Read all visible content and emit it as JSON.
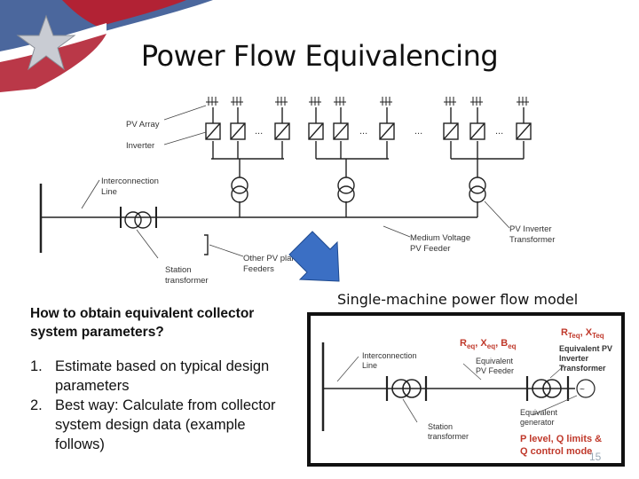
{
  "slide": {
    "title": "Power Flow Equivalencing",
    "page_number": "15"
  },
  "top_diagram": {
    "labels": {
      "pv_array": "PV Array",
      "inverter": "Inverter",
      "interconnection_line_1": "Interconnection",
      "interconnection_line_2": "Line",
      "medium_voltage_1": "Medium Voltage",
      "medium_voltage_2": "PV Feeder",
      "pv_inverter_tx_1": "PV Inverter",
      "pv_inverter_tx_2": "Transformer",
      "other_pv_1": "Other PV plant",
      "other_pv_2": "Feeders",
      "station_tx_1": "Station",
      "station_tx_2": "transformer",
      "ellipsis": "..."
    }
  },
  "left_text": {
    "question": "How to obtain equivalent collector system parameters?",
    "steps": [
      {
        "num": "1.",
        "text": "Estimate based on typical design parameters"
      },
      {
        "num": "2.",
        "text": "Best way: Calculate from collector system design data (example follows)"
      }
    ]
  },
  "model": {
    "title": "Single-machine power flow model",
    "labels": {
      "interconnection_1": "Interconnection",
      "interconnection_2": "Line",
      "req_name": "R",
      "req_sub": "eq",
      "xeq_name": "X",
      "xeq_sub": "eq",
      "beq_name": "B",
      "beq_sub": "eq",
      "eq_feeder_1": "Equivalent",
      "eq_feeder_2": "PV Feeder",
      "rteq_name": "R",
      "rteq_sub": "Teq",
      "xteq_name": "X",
      "xteq_sub": "Teq",
      "eq_inv_tx_1": "Equivalent PV",
      "eq_inv_tx_2": "Inverter",
      "eq_inv_tx_3": "Transformer",
      "station_1": "Station",
      "station_2": "transformer",
      "eq_gen_1": "Equivalent",
      "eq_gen_2": "generator",
      "control_1": "P level, Q limits &",
      "control_2": "Q control mode"
    },
    "colors": {
      "red": "#c0392b"
    }
  },
  "arrow": {
    "icon": "down-right-arrow-icon",
    "color": "#3b6fc4"
  }
}
